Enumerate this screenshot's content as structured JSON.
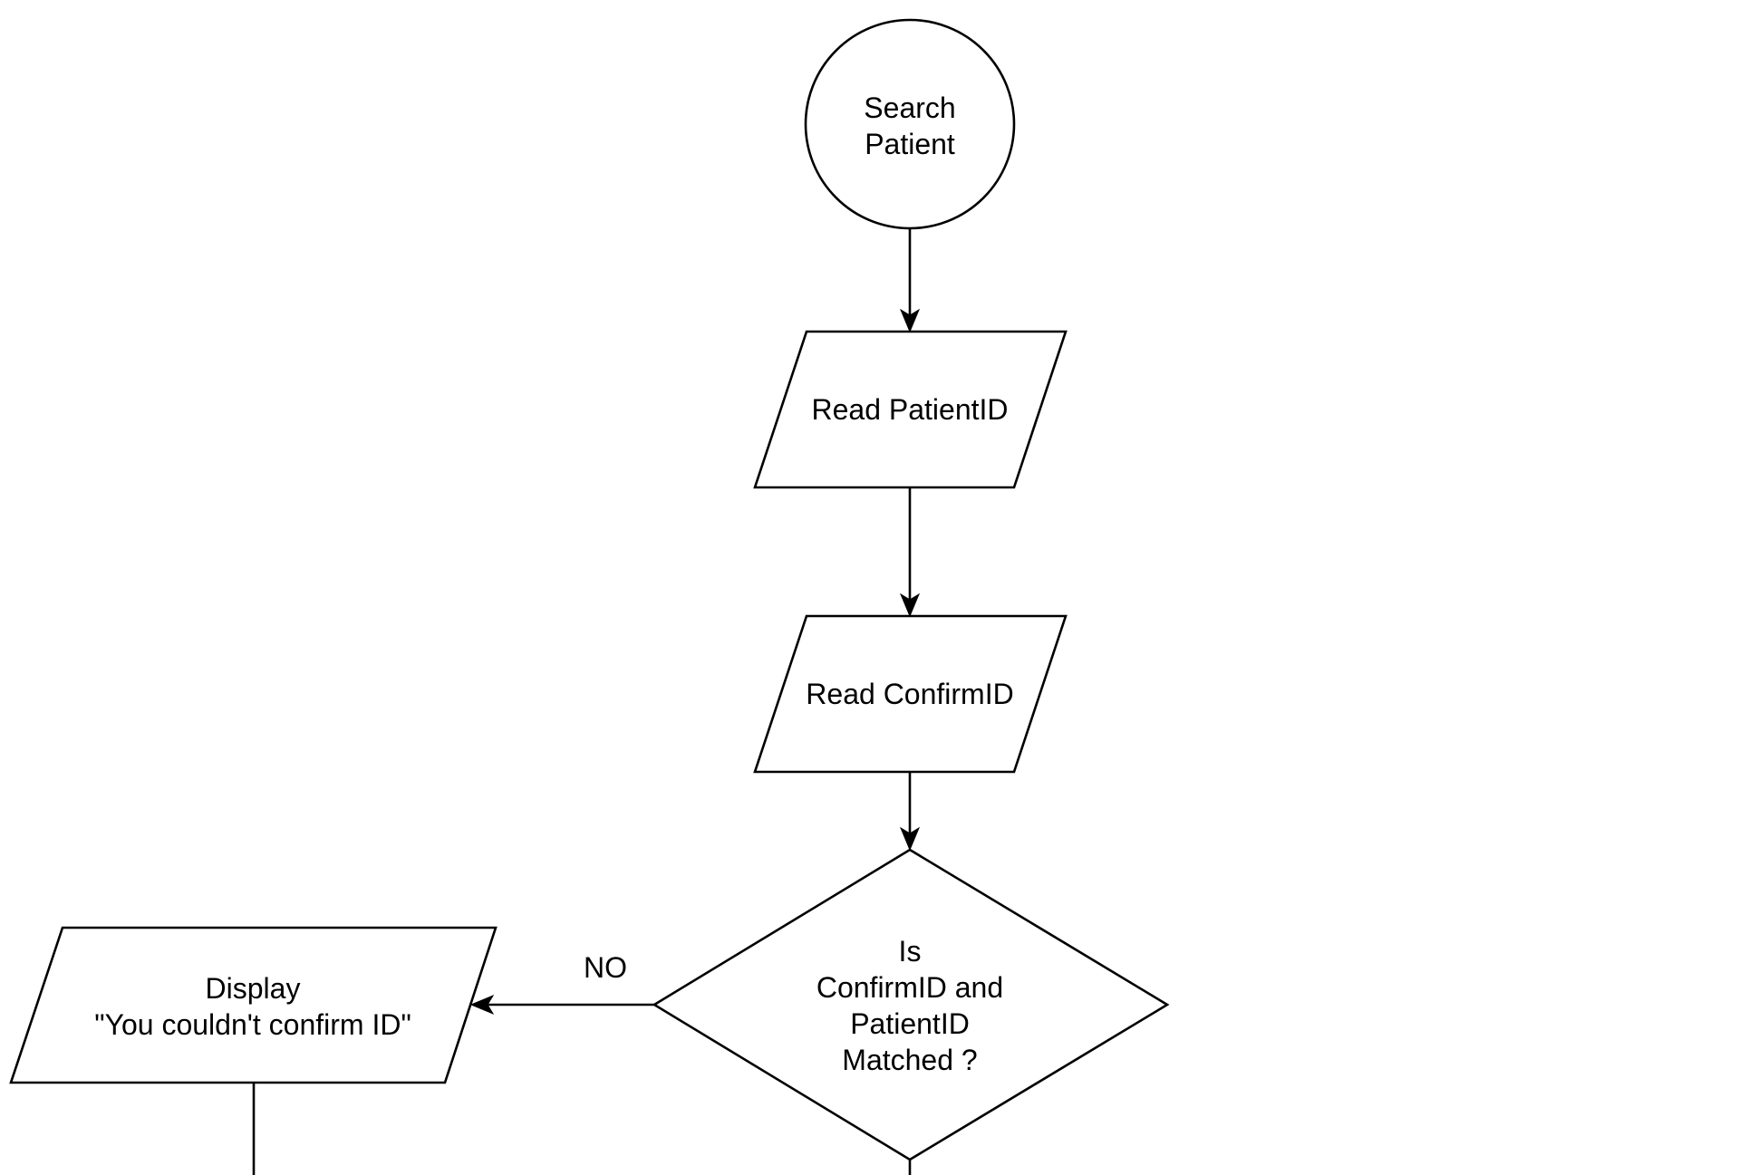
{
  "diagram": {
    "nodes": {
      "start": {
        "shape": "circle",
        "line1": "Search",
        "line2": "Patient"
      },
      "read_patient": {
        "shape": "parallelogram",
        "text": "Read PatientID"
      },
      "read_confirm": {
        "shape": "parallelogram",
        "text": "Read ConfirmID"
      },
      "decision": {
        "shape": "diamond",
        "line1": "Is",
        "line2": "ConfirmID and",
        "line3": "PatientID",
        "line4": "Matched ?"
      },
      "display_error": {
        "shape": "parallelogram",
        "line1": "Display",
        "line2": "\"You couldn't confirm ID\""
      }
    },
    "edges": {
      "no_label": "NO"
    },
    "colors": {
      "stroke": "#000000",
      "fill": "#ffffff",
      "background": "#ffffff"
    }
  }
}
